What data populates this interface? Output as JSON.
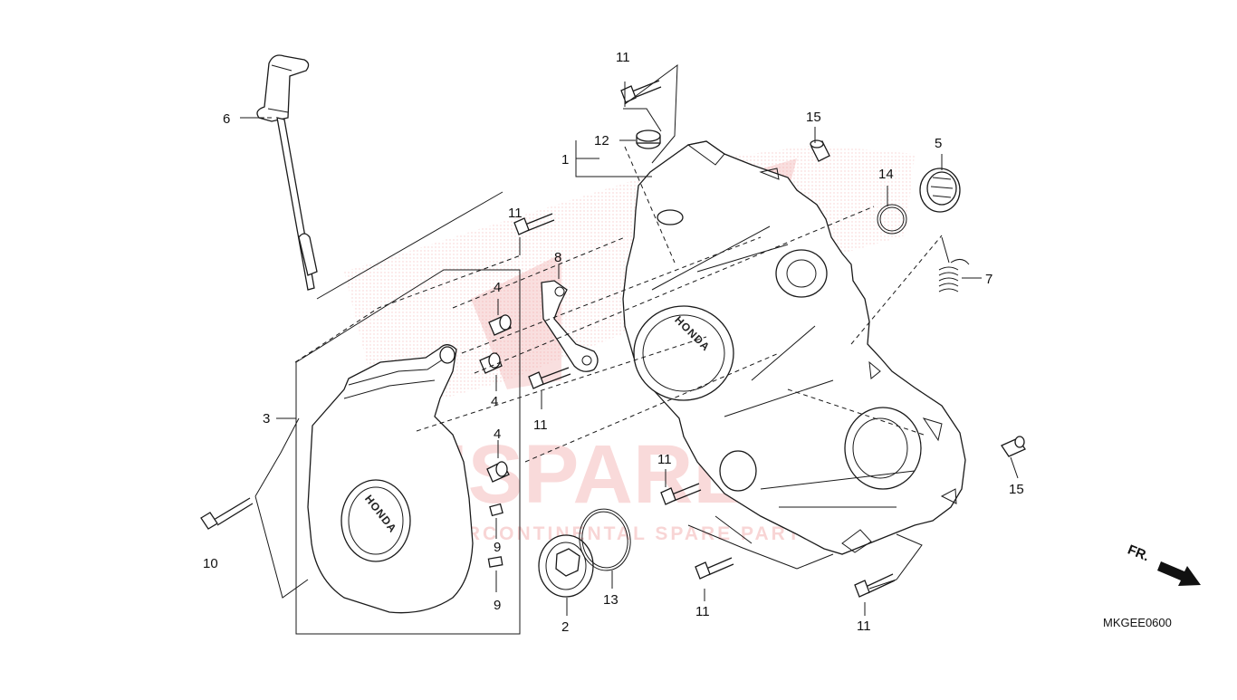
{
  "diagram": {
    "code": "MKGEE0600",
    "front_marker": "FR.",
    "brand_mark": "HONDA",
    "watermark": {
      "logo": "MSPARES",
      "tagline": "INTERCONTINENTAL SPARE PARTS",
      "color": "#e32b2b"
    },
    "callouts": [
      "1",
      "2",
      "3",
      "4",
      "5",
      "6",
      "7",
      "8",
      "9",
      "10",
      "11",
      "12",
      "13",
      "14",
      "15"
    ],
    "repeat_labels": {
      "four_b": "4",
      "four_c": "4",
      "nine_b": "9",
      "eleven_b": "11",
      "eleven_c": "11",
      "eleven_d": "11",
      "eleven_e": "11",
      "eleven_f": "11",
      "fifteen_b": "15"
    }
  }
}
